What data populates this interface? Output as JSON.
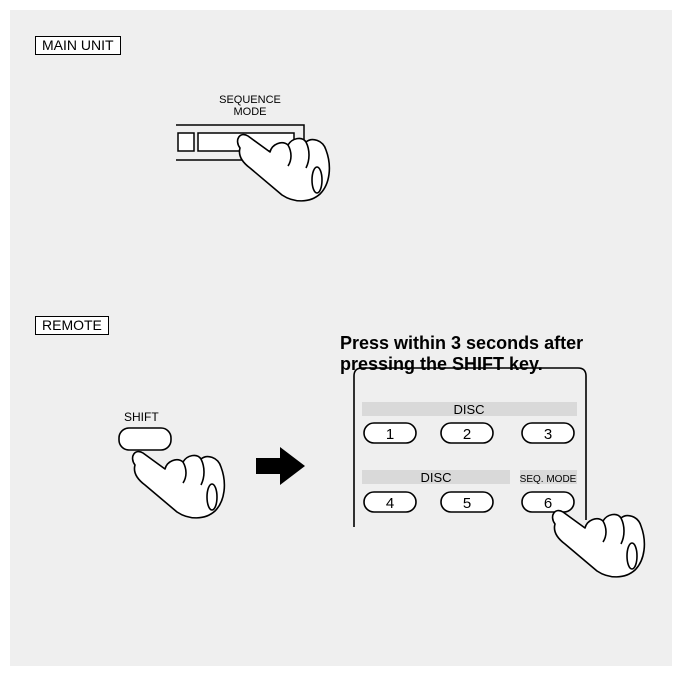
{
  "main_unit": {
    "tag": "MAIN UNIT",
    "button_label_line1": "SEQUENCE",
    "button_label_line2": "MODE"
  },
  "remote": {
    "tag": "REMOTE",
    "shift_label": "SHIFT",
    "instruction_line1": "Press within 3 seconds after",
    "instruction_line2": "pressing the SHIFT key.",
    "disc_label_top": "DISC",
    "disc_label_bottom": "DISC",
    "seq_mode_label": "SEQ. MODE",
    "buttons": [
      "1",
      "2",
      "3",
      "4",
      "5",
      "6"
    ]
  },
  "colors": {
    "background": "#efefef",
    "label_strip": "#d9d9d9",
    "ink": "#000000"
  },
  "icons": [
    "pressing-finger-icon",
    "right-arrow-icon"
  ]
}
